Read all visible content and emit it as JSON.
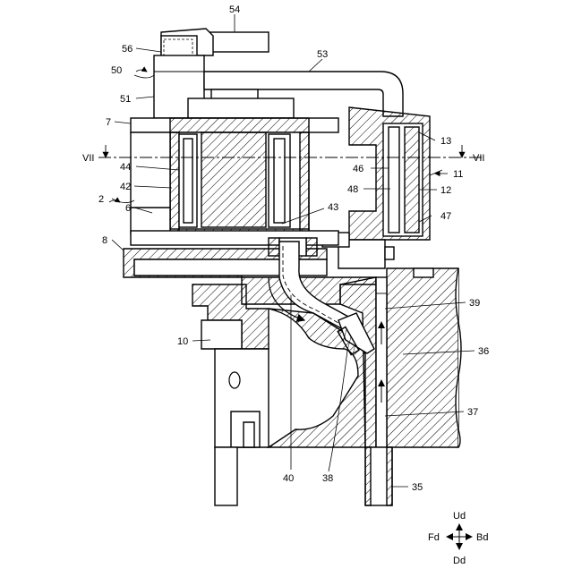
{
  "labels": {
    "l54": "54",
    "l56": "56",
    "l53": "53",
    "l50": "50",
    "l51": "51",
    "l7": "7",
    "l13": "13",
    "l11": "11",
    "l12": "12",
    "l46": "46",
    "l48": "48",
    "l47": "47",
    "l44": "44",
    "l42": "42",
    "l2": "2",
    "l6": "6",
    "l43": "43",
    "l8": "8",
    "l39": "39",
    "l36": "36",
    "l37": "37",
    "l10": "10",
    "l40": "40",
    "l38": "38",
    "l35": "35"
  },
  "section": {
    "left": "VII",
    "right": "VII"
  },
  "directions": {
    "up": "Ud",
    "down": "Dd",
    "front": "Fd",
    "back": "Bd"
  }
}
